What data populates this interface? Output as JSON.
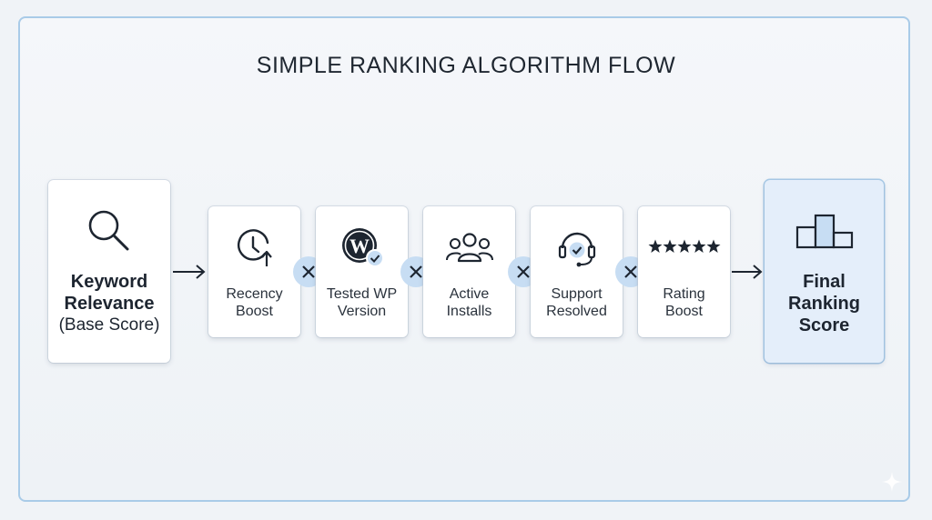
{
  "title": "SIMPLE RANKING ALGORITHM FLOW",
  "base": {
    "label_line1": "Keyword",
    "label_line2": "Relevance",
    "sub_label": "(Base Score)",
    "icon": "magnifier-icon"
  },
  "factors": [
    {
      "line1": "Recency",
      "line2": "Boost",
      "icon": "clock-up-icon"
    },
    {
      "line1": "Tested WP",
      "line2": "Version",
      "icon": "wordpress-check-icon"
    },
    {
      "line1": "Active",
      "line2": "Installs",
      "icon": "users-icon"
    },
    {
      "line1": "Support",
      "line2": "Resolved",
      "icon": "headset-check-icon"
    },
    {
      "line1": "Rating",
      "line2": "Boost",
      "icon": "five-stars-icon"
    }
  ],
  "operator_symbol": "×",
  "final": {
    "line1": "Final",
    "line2": "Ranking",
    "line3": "Score",
    "icon": "podium-icon"
  },
  "colors": {
    "accent_border": "#a9cbe8",
    "operator_bg": "#c7ddf3",
    "final_bg": "#e4eefa",
    "text": "#1d2530"
  }
}
